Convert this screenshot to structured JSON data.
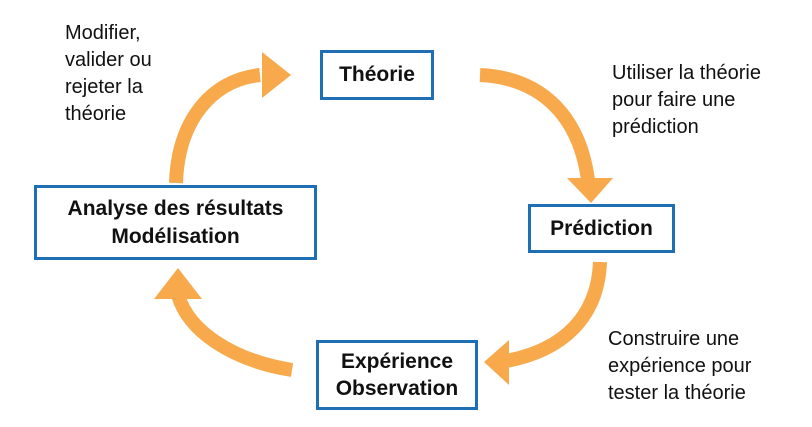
{
  "nodes": {
    "theorie": {
      "lines": [
        "Théorie"
      ]
    },
    "prediction": {
      "lines": [
        "Prédiction"
      ]
    },
    "experience": {
      "lines": [
        "Expérience",
        "Observation"
      ]
    },
    "analyse": {
      "lines": [
        "Analyse des résultats",
        "Modélisation"
      ]
    }
  },
  "annotations": {
    "modifier": [
      "Modifier,",
      "valider ou",
      "rejeter la",
      "théorie"
    ],
    "utiliser": [
      "Utiliser la théorie",
      "pour faire une",
      "prédiction"
    ],
    "construire": [
      "Construire une",
      "expérience pour",
      "tester la théorie"
    ]
  },
  "colors": {
    "arrow": "#f7a94b",
    "box_border": "#1f6fb4",
    "text": "#111111"
  }
}
